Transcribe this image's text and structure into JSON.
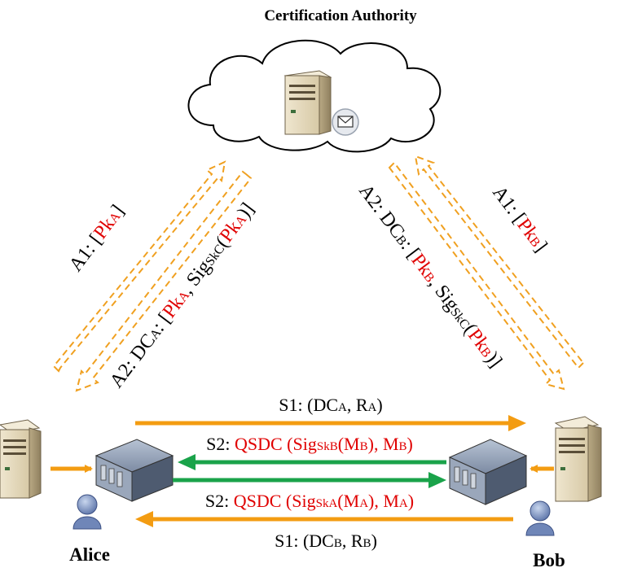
{
  "title": "Certification Authority",
  "colors": {
    "orange": "#f39c12",
    "dashed_orange": "#f0a020",
    "green": "#1aa34a",
    "red": "#e00000",
    "black": "#000000"
  },
  "nodes": {
    "alice": "Alice",
    "bob": "Bob"
  },
  "left_link": {
    "a1": {
      "prefix": "A1: [",
      "key": "Pk",
      "sub": "A",
      "suffix": "]"
    },
    "a2": {
      "prefix": "A2: DC",
      "dc_sub": "A",
      "open": ": [",
      "key": "Pk",
      "key_sub": "A",
      "comma": ", Sig",
      "sig_sub": "SkC",
      "paren_open": "(",
      "inner_key": "Pk",
      "inner_sub": "A",
      "close": ")]"
    }
  },
  "right_link": {
    "a1": {
      "prefix": "A1: [",
      "key": "Pk",
      "sub": "B",
      "suffix": "]"
    },
    "a2": {
      "prefix": "A2: DC",
      "dc_sub": "B",
      "open": ": [",
      "key": "Pk",
      "key_sub": "B",
      "comma": ", Sig",
      "sig_sub": "SkC",
      "paren_open": "(",
      "inner_key": "Pk",
      "inner_sub": "B",
      "close": ")]"
    }
  },
  "messages": {
    "s1_top": {
      "a": "S1: (DC",
      "b": "A",
      "c": ", R",
      "d": "A",
      "e": ")"
    },
    "s2_top": {
      "a": "S2: ",
      "b": "QSDC (Sig",
      "c": "SkB",
      "d": "(M",
      "e": "B",
      "f": "), M",
      "g": "B",
      "h": ")"
    },
    "s2_bottom": {
      "a": "S2: ",
      "b": "QSDC (Sig",
      "c": "SkA",
      "d": "(M",
      "e": "A",
      "f": "), M",
      "g": "A",
      "h": ")"
    },
    "s1_bottom": {
      "a": "S1: (DC",
      "b": "B",
      "c": ", R",
      "d": "B",
      "e": ")"
    }
  },
  "icons": [
    "cloud-icon",
    "ca-server-icon",
    "mail-icon",
    "alice-server-icon",
    "bob-server-icon",
    "alice-quantum-device-icon",
    "bob-quantum-device-icon",
    "alice-user-icon",
    "bob-user-icon"
  ]
}
